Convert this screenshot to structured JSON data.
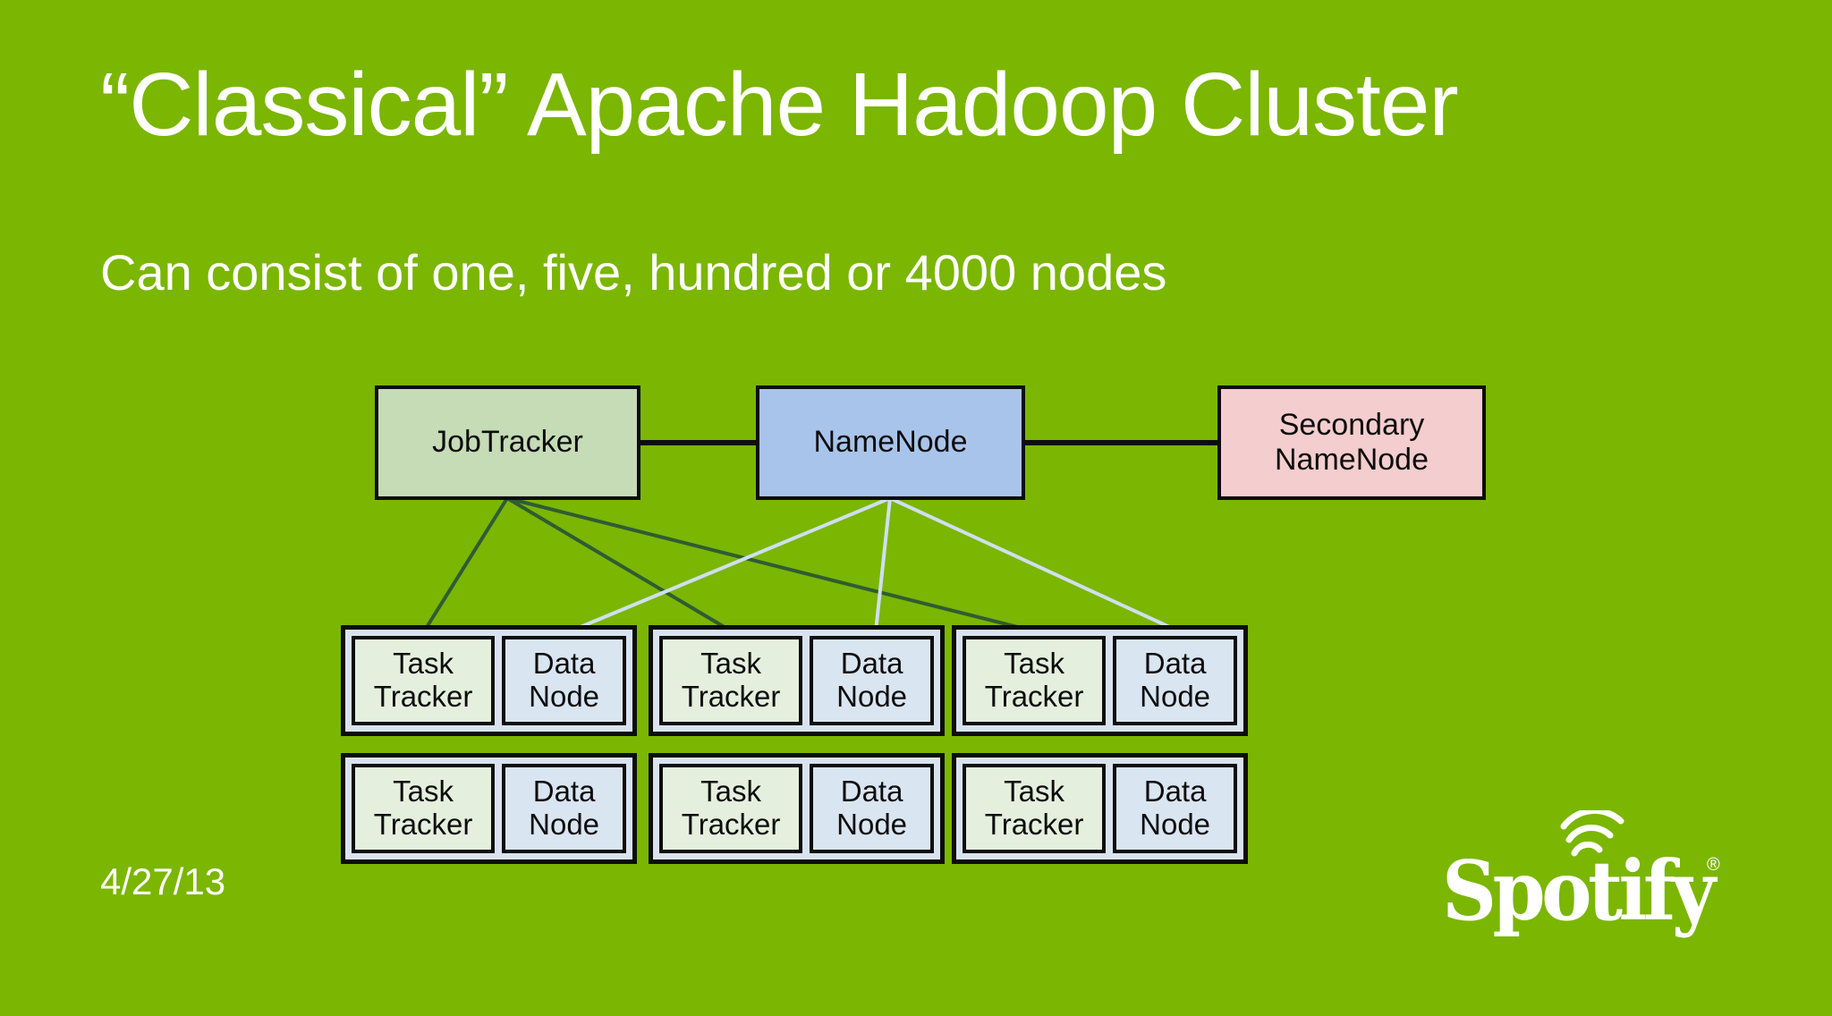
{
  "slide": {
    "title": "“Classical” Apache Hadoop Cluster",
    "subtitle": "Can consist of one, five, hundred or 4000 nodes",
    "date": "4/27/13",
    "background_color": "#7bb602",
    "text_color": "#ffffff"
  },
  "diagram": {
    "top_nodes": [
      {
        "id": "jobtracker",
        "label": "JobTracker",
        "fill": "#c5dcb6"
      },
      {
        "id": "namenode",
        "label": "NameNode",
        "fill": "#a9c4eb"
      },
      {
        "id": "secondary-namenode",
        "label": "Secondary NameNode",
        "fill": "#f4cdce"
      }
    ],
    "edge_colors": {
      "backbone": "#0d0d0d",
      "jobtracker_links": "#2f5c33",
      "namenode_links": "#cfdff0"
    },
    "edges": [
      {
        "from": "JobTracker",
        "to": "NameNode"
      },
      {
        "from": "NameNode",
        "to": "Secondary NameNode"
      },
      {
        "from": "JobTracker",
        "to": "Task Tracker (group 1)"
      },
      {
        "from": "JobTracker",
        "to": "Task Tracker (group 2)"
      },
      {
        "from": "JobTracker",
        "to": "Task Tracker (group 3)"
      },
      {
        "from": "NameNode",
        "to": "Data Node (group 1)"
      },
      {
        "from": "NameNode",
        "to": "Data Node (group 2)"
      },
      {
        "from": "NameNode",
        "to": "Data Node (group 3)"
      }
    ],
    "worker_cell_fills": {
      "task_tracker": "#e5efdd",
      "data_node": "#dae5f2",
      "group_background": "#d9e3f0"
    },
    "worker_groups": [
      {
        "cells": [
          {
            "label": "Task Tracker"
          },
          {
            "label": "Data Node"
          }
        ]
      },
      {
        "cells": [
          {
            "label": "Task Tracker"
          },
          {
            "label": "Data Node"
          }
        ]
      },
      {
        "cells": [
          {
            "label": "Task Tracker"
          },
          {
            "label": "Data Node"
          }
        ]
      },
      {
        "cells": [
          {
            "label": "Task Tracker"
          },
          {
            "label": "Data Node"
          }
        ]
      },
      {
        "cells": [
          {
            "label": "Task Tracker"
          },
          {
            "label": "Data Node"
          }
        ]
      },
      {
        "cells": [
          {
            "label": "Task Tracker"
          },
          {
            "label": "Data Node"
          }
        ]
      }
    ]
  },
  "logo": {
    "brand": "Spotify",
    "wordmark": "Spotify",
    "registered": "®"
  }
}
